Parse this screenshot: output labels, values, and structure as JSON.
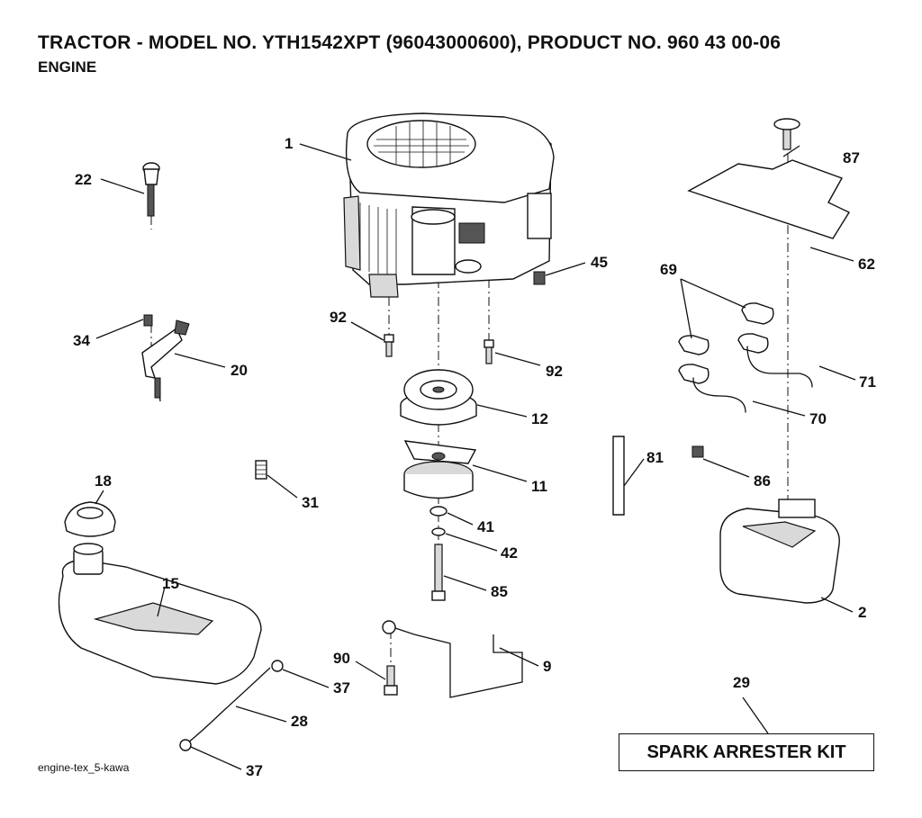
{
  "title": "TRACTOR - MODEL NO. YTH1542XPT (96043000600), PRODUCT NO. 960 43 00-06",
  "subtitle": "ENGINE",
  "spark_arrester_kit": "SPARK ARRESTER KIT",
  "drawing_ref": "engine-tex_5-kawa",
  "callouts": {
    "c1": "1",
    "c22": "22",
    "c87": "87",
    "c45": "45",
    "c62": "62",
    "c69": "69",
    "c92a": "92",
    "c92b": "92",
    "c34": "34",
    "c20": "20",
    "c71": "71",
    "c12": "12",
    "c70": "70",
    "c18": "18",
    "c81": "81",
    "c11": "11",
    "c86": "86",
    "c31": "31",
    "c41": "41",
    "c42": "42",
    "c15": "15",
    "c85": "85",
    "c2": "2",
    "c90": "90",
    "c9": "9",
    "c37a": "37",
    "c29": "29",
    "c28": "28",
    "c37b": "37"
  }
}
